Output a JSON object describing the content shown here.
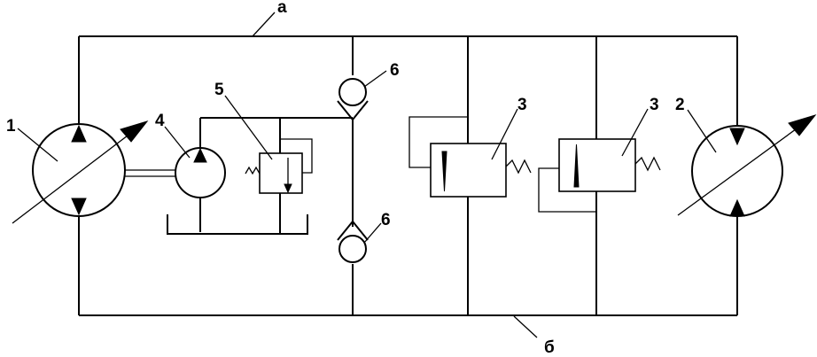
{
  "labels": {
    "line_a": "а",
    "line_b": "б",
    "motor": "1",
    "pump": "2",
    "relief_valve_left": "3",
    "relief_valve_right": "3",
    "charge_pump": "4",
    "charge_relief": "5",
    "check_valve_top": "6",
    "check_valve_bottom": "6"
  }
}
